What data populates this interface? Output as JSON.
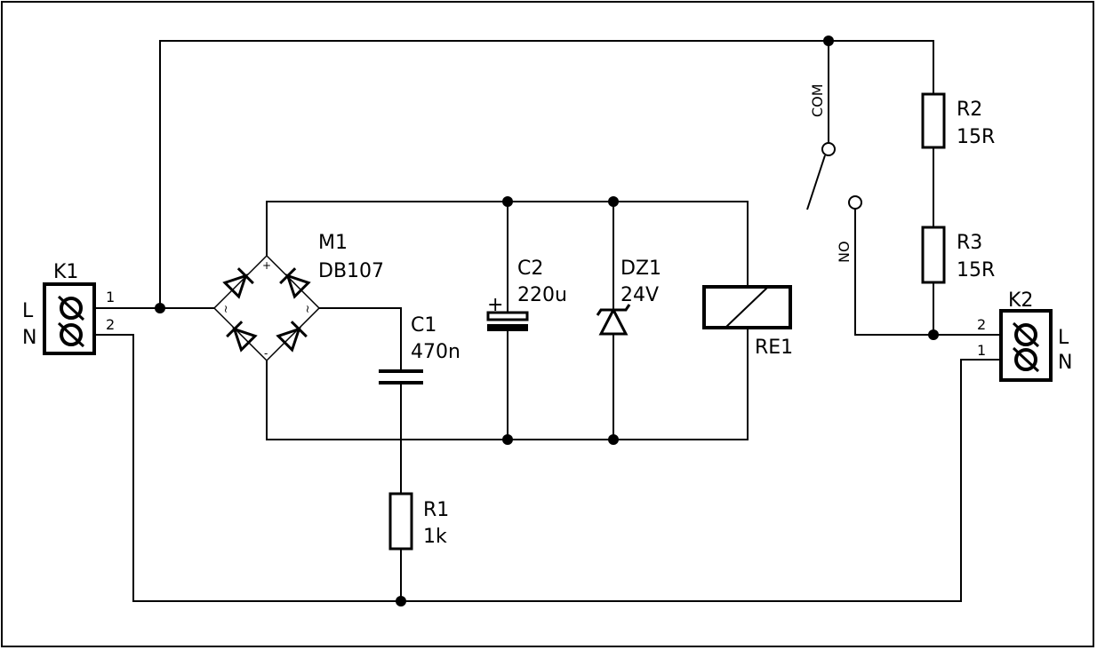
{
  "components": {
    "k1": {
      "ref": "K1",
      "pin1": "1",
      "pin2": "2",
      "label1": "L",
      "label2": "N"
    },
    "k2": {
      "ref": "K2",
      "pin1": "1",
      "pin2": "2",
      "label1": "N",
      "label2": "L"
    },
    "m1": {
      "ref": "M1",
      "value": "DB107",
      "plus": "+",
      "minus": "-",
      "ac": "~"
    },
    "c1": {
      "ref": "C1",
      "value": "470n"
    },
    "c2": {
      "ref": "C2",
      "value": "220u",
      "plus": "+"
    },
    "dz1": {
      "ref": "DZ1",
      "value": "24V"
    },
    "re1": {
      "ref": "RE1"
    },
    "r1": {
      "ref": "R1",
      "value": "1k"
    },
    "r2": {
      "ref": "R2",
      "value": "15R"
    },
    "r3": {
      "ref": "R3",
      "value": "15R"
    },
    "relay_contact": {
      "com": "COM",
      "no": "NO"
    }
  }
}
